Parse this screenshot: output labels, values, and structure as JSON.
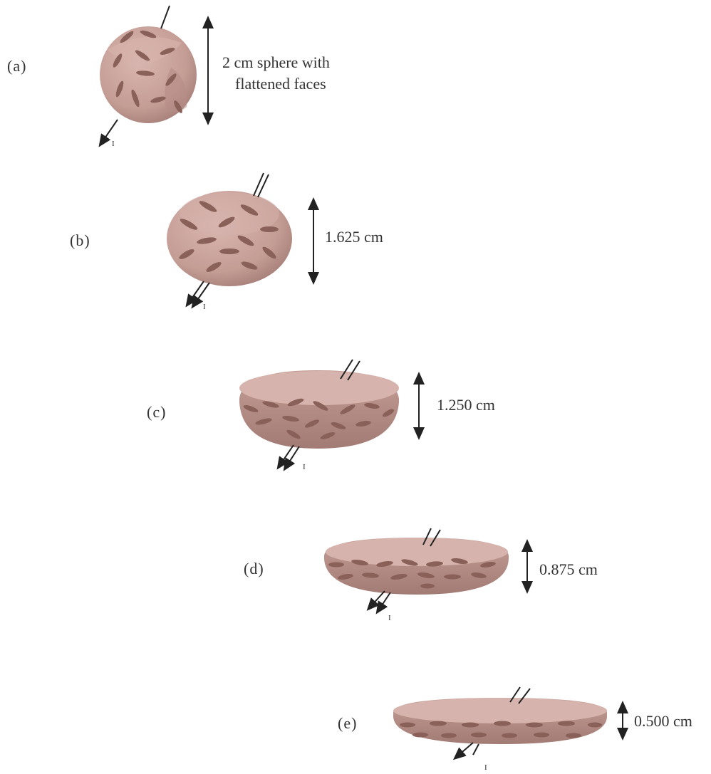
{
  "diagram": {
    "panels": [
      {
        "id": "a",
        "label": "(a)",
        "dimension_line1": "2 cm  sphere with",
        "dimension_line2": "flattened faces",
        "axis_label": "I"
      },
      {
        "id": "b",
        "label": "(b)",
        "dimension_line1": "1.625 cm",
        "axis_label": "I"
      },
      {
        "id": "c",
        "label": "(c)",
        "dimension_line1": "1.250 cm",
        "axis_label": "I"
      },
      {
        "id": "d",
        "label": "(d)",
        "dimension_line1": "0.875 cm",
        "axis_label": "I"
      },
      {
        "id": "e",
        "label": "(e)",
        "dimension_line1": "0.500 cm",
        "axis_label": "I"
      }
    ],
    "colors": {
      "body": "#c8a39c",
      "body_dark": "#a37e77",
      "body_top": "#d9b7b0",
      "grain": "#8a6159",
      "arrow": "#222222"
    }
  }
}
